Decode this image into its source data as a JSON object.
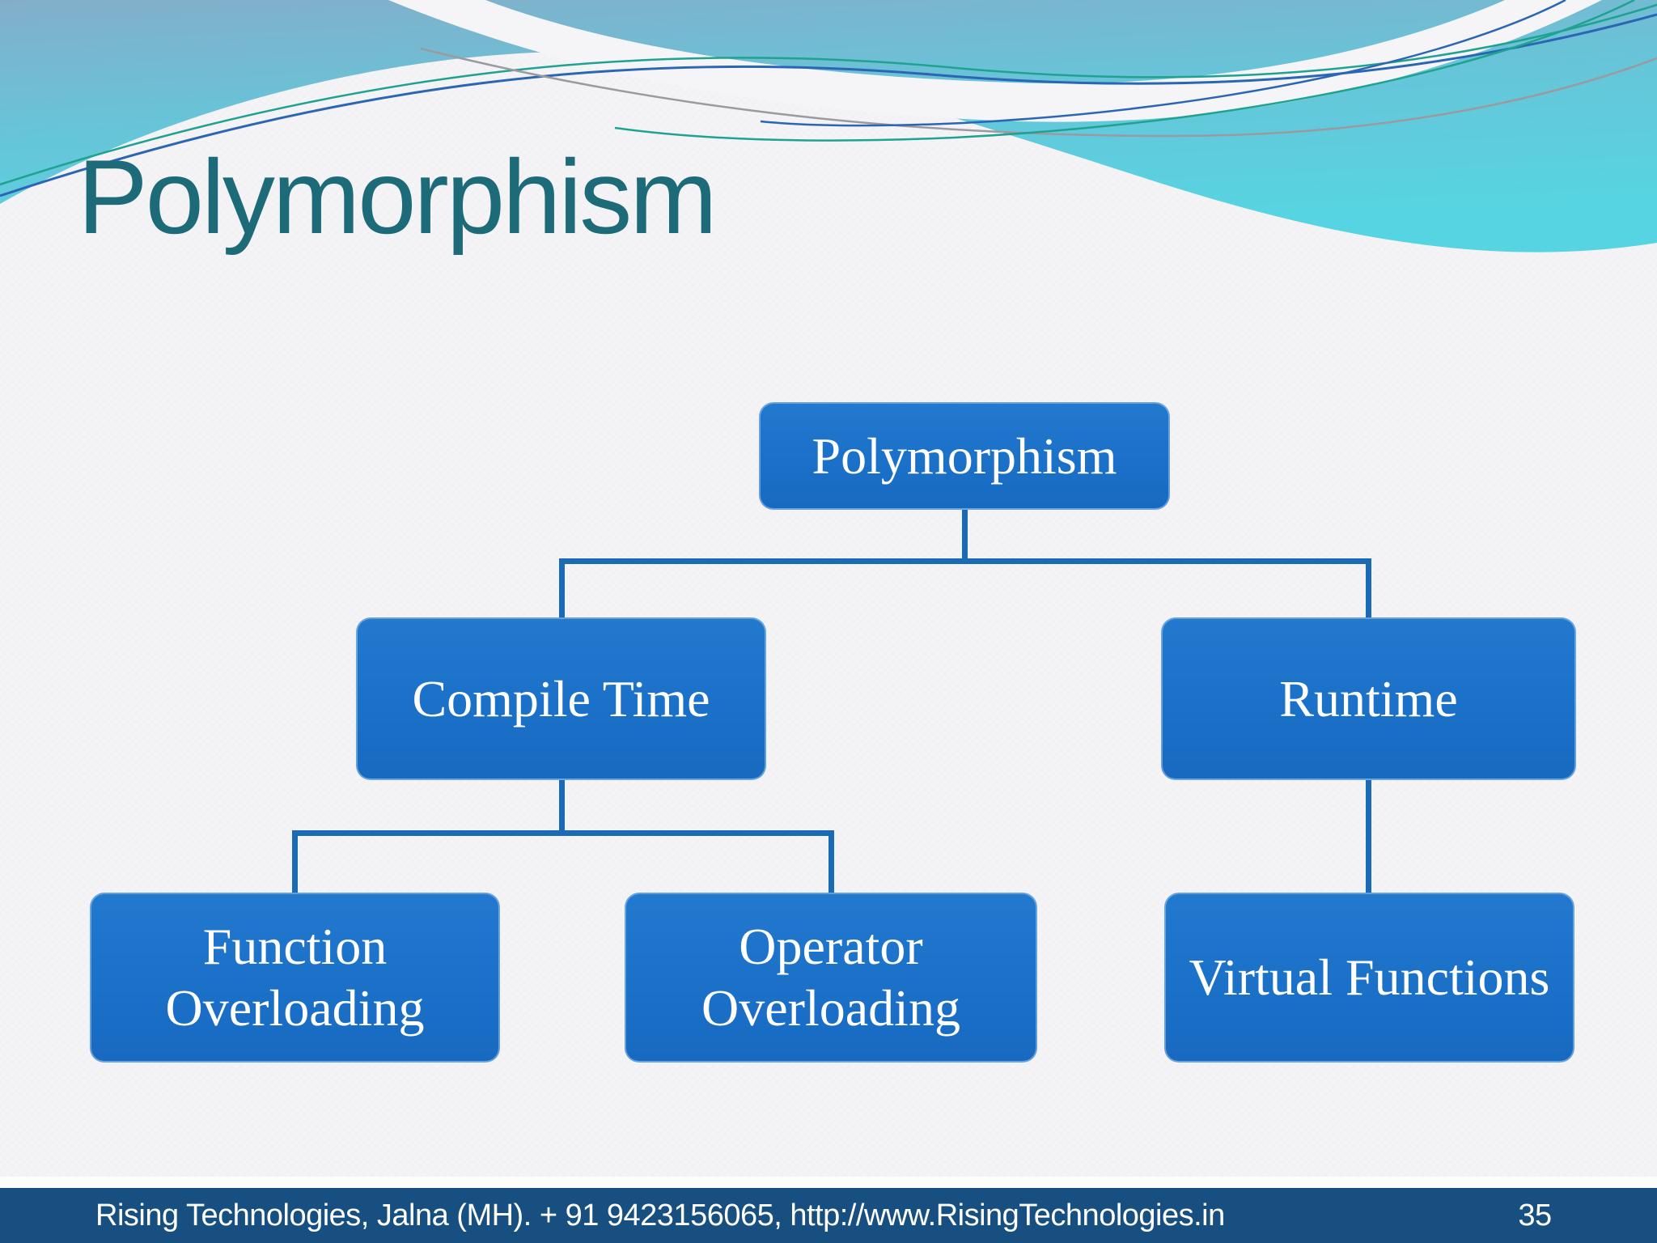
{
  "slide": {
    "title": "Polymorphism",
    "footer_text": "Rising Technologies, Jalna (MH). + 91 9423156065, http://www.RisingTechnologies.in",
    "page_number": "35"
  },
  "diagram": {
    "type": "hierarchy",
    "nodes": {
      "root": {
        "label": "Polymorphism"
      },
      "compile_time": {
        "label": "Compile Time",
        "parent": "root"
      },
      "runtime": {
        "label": "Runtime",
        "parent": "root"
      },
      "function_overloading": {
        "label": "Function Overloading",
        "parent": "compile_time"
      },
      "operator_overloading": {
        "label": "Operator Overloading",
        "parent": "compile_time"
      },
      "virtual_functions": {
        "label": "Virtual Functions",
        "parent": "runtime"
      }
    }
  },
  "colors": {
    "box_fill": "#1B70C8",
    "box_text": "#FFFFFF",
    "connector": "#1A6AB5",
    "footer_bg": "#164F80",
    "footer_text": "#FFFFFF",
    "title_text": "#1D6B79",
    "header_steel_blue": "#82AFCA",
    "header_cyan": "#57D4E1",
    "background": "#F4F3F5"
  }
}
